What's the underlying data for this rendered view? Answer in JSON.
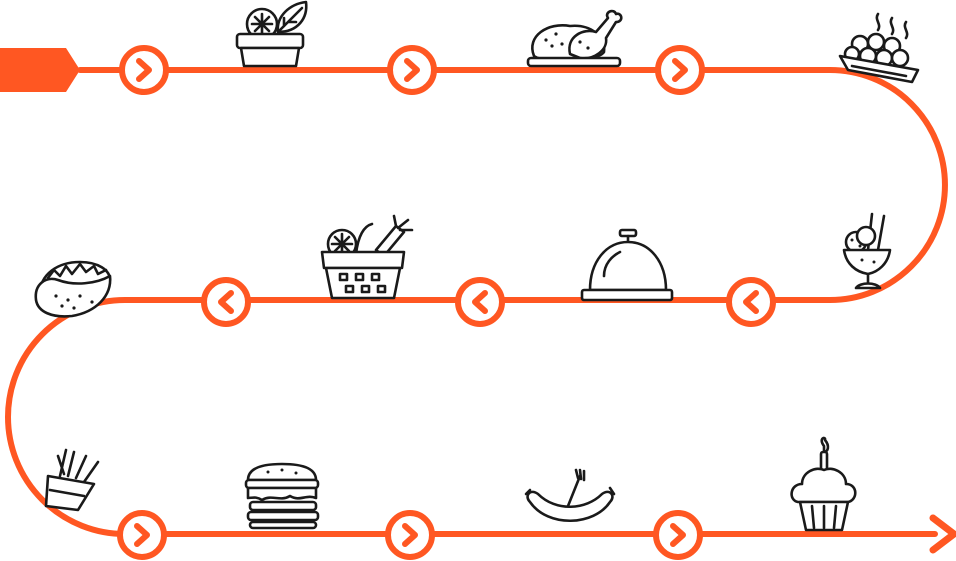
{
  "colors": {
    "accent": "#FF5722",
    "ink": "#1a1a1a",
    "background": "#ffffff"
  },
  "roadmap": {
    "start_marker": "start-flag",
    "end_marker": "arrowhead",
    "rows": [
      {
        "direction": "right",
        "steps": [
          "chevron-right",
          "chevron-right",
          "chevron-right"
        ]
      },
      {
        "direction": "left",
        "steps": [
          "chevron-left",
          "chevron-left",
          "chevron-left"
        ]
      },
      {
        "direction": "right",
        "steps": [
          "chevron-right",
          "chevron-right",
          "chevron-right"
        ]
      }
    ],
    "icons": [
      "salad-bowl-icon",
      "roast-chicken-icon",
      "fruit-tray-icon",
      "ice-cream-sundae-icon",
      "serving-cloche-icon",
      "vegetable-basket-icon",
      "taco-icon",
      "french-fries-icon",
      "burger-icon",
      "sausage-icon",
      "cupcake-icon"
    ]
  }
}
